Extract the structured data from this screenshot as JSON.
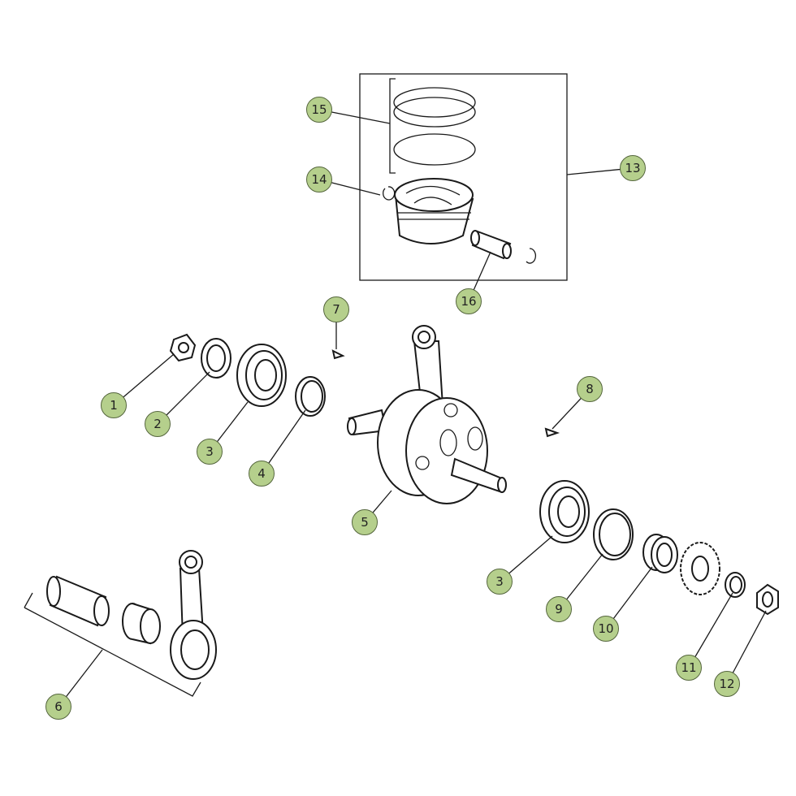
{
  "title": "Crankshaft / piston exploded parts diagram",
  "accent_color": "#b5cf8c",
  "callouts": [
    {
      "label": "15",
      "part": "piston-rings"
    },
    {
      "label": "14",
      "part": "circlip"
    },
    {
      "label": "13",
      "part": "piston-kit"
    },
    {
      "label": "16",
      "part": "piston-pin"
    },
    {
      "label": "7",
      "part": "woodruff-key"
    },
    {
      "label": "8",
      "part": "woodruff-key"
    },
    {
      "label": "1",
      "part": "nut"
    },
    {
      "label": "2",
      "part": "shaft-seal"
    },
    {
      "label": "3",
      "part": "ball-bearing"
    },
    {
      "label": "4",
      "part": "spacer-ring"
    },
    {
      "label": "5",
      "part": "crankshaft"
    },
    {
      "label": "3",
      "part": "ball-bearing"
    },
    {
      "label": "9",
      "part": "spacer-ring"
    },
    {
      "label": "10",
      "part": "bushing"
    },
    {
      "label": "11",
      "part": "washer"
    },
    {
      "label": "12",
      "part": "nut"
    },
    {
      "label": "6",
      "part": "conrod-kit"
    }
  ]
}
